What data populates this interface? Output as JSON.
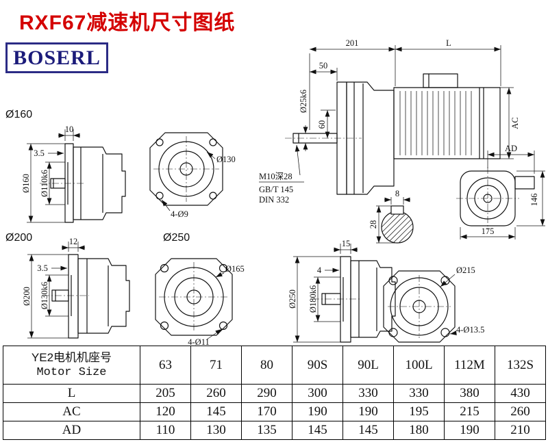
{
  "page": {
    "title": "RXF67减速机尺寸图纸",
    "logo": "BOSERL"
  },
  "assembly": {
    "dim_201": "201",
    "dim_L": "L",
    "dim_50": "50",
    "dim_shaft": "Ø25k6",
    "dim_60": "60",
    "dim_AC": "AC",
    "note_1": "M10深28",
    "note_2": "GB/T 145",
    "note_3": "DIN 332"
  },
  "key_section": {
    "dim_width": "8",
    "dim_height": "28"
  },
  "rear_view": {
    "dim_AD": "AD",
    "dim_146": "146",
    "dim_175": "175"
  },
  "set160": {
    "label": "Ø160",
    "dim_thickness": "10",
    "dim_depth": "3.5",
    "dim_outer": "Ø160",
    "dim_pilot": "Ø110k6",
    "dim_circle": "Ø130",
    "dim_holes": "4-Ø9"
  },
  "set200": {
    "label": "Ø200",
    "dim_thickness": "12",
    "dim_depth": "3.5",
    "dim_outer": "Ø200",
    "dim_pilot": "Ø130k6",
    "dim_circle": "Ø165",
    "dim_holes": "4-Ø11"
  },
  "set250": {
    "label": "Ø250",
    "dim_thickness": "15",
    "dim_depth": "4",
    "dim_outer": "Ø250",
    "dim_pilot": "Ø180k6",
    "dim_circle": "Ø215",
    "dim_holes": "4-Ø13.5"
  },
  "table": {
    "header_cn": "YE2电机机座号",
    "header_en": "Motor Size",
    "sizes": [
      "63",
      "71",
      "80",
      "90S",
      "90L",
      "100L",
      "112M",
      "132S"
    ],
    "rows": [
      {
        "label": "L",
        "values": [
          "205",
          "260",
          "290",
          "300",
          "330",
          "330",
          "380",
          "430"
        ]
      },
      {
        "label": "AC",
        "values": [
          "120",
          "145",
          "170",
          "190",
          "190",
          "195",
          "215",
          "260"
        ]
      },
      {
        "label": "AD",
        "values": [
          "110",
          "130",
          "135",
          "145",
          "145",
          "180",
          "190",
          "210"
        ]
      }
    ]
  }
}
